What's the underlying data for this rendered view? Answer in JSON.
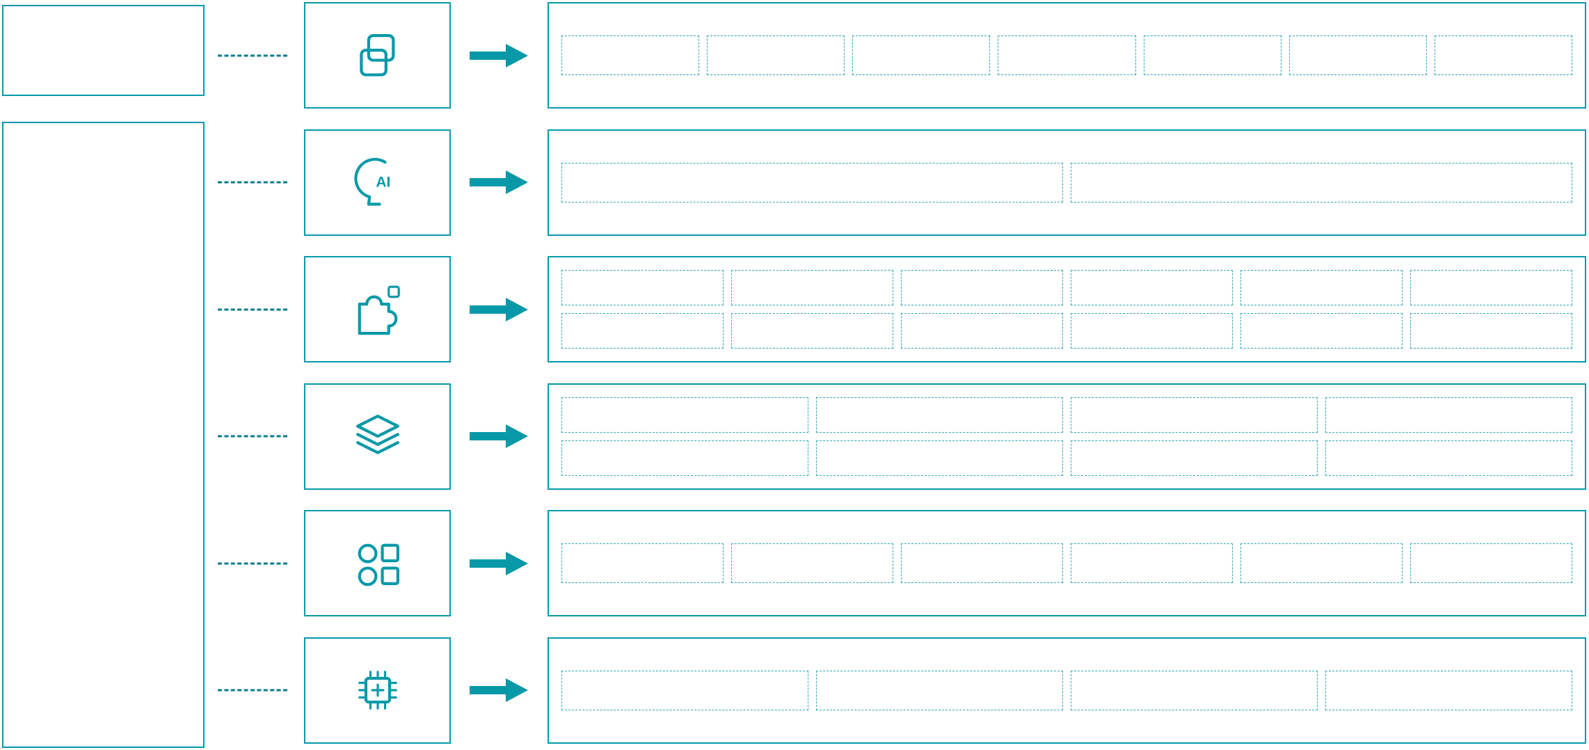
{
  "meta": {
    "accent_color": "#0899a8",
    "connector_color": "#0c7b8b",
    "placeholder_border_color": "#2ba7b6",
    "background_color": "#ffffff"
  },
  "left_panels": {
    "top_box_label": "",
    "side_box_label": ""
  },
  "rows": [
    {
      "name": "integration-row",
      "icon": "overlapping-squares-icon",
      "icon_text": "",
      "grid": {
        "rows": 1,
        "columns": 7
      },
      "items": [
        "",
        "",
        "",
        "",
        "",
        "",
        ""
      ]
    },
    {
      "name": "ai-row",
      "icon": "ai-head-icon",
      "icon_text": "AI",
      "grid": {
        "rows": 1,
        "columns": 2
      },
      "items": [
        "",
        ""
      ]
    },
    {
      "name": "puzzle-row",
      "icon": "puzzle-icon",
      "icon_text": "",
      "grid": {
        "rows": 2,
        "columns": 6
      },
      "items": [
        "",
        "",
        "",
        "",
        "",
        "",
        "",
        "",
        "",
        "",
        "",
        ""
      ]
    },
    {
      "name": "layers-row",
      "icon": "layers-icon",
      "icon_text": "",
      "grid": {
        "rows": 2,
        "columns": 4
      },
      "items": [
        "",
        "",
        "",
        "",
        "",
        "",
        "",
        ""
      ]
    },
    {
      "name": "apps-row",
      "icon": "apps-grid-icon",
      "icon_text": "",
      "grid": {
        "rows": 1,
        "columns": 6
      },
      "items": [
        "",
        "",
        "",
        "",
        "",
        ""
      ]
    },
    {
      "name": "chip-row",
      "icon": "chip-plus-icon",
      "icon_text": "",
      "grid": {
        "rows": 1,
        "columns": 4
      },
      "items": [
        "",
        "",
        "",
        ""
      ]
    }
  ]
}
